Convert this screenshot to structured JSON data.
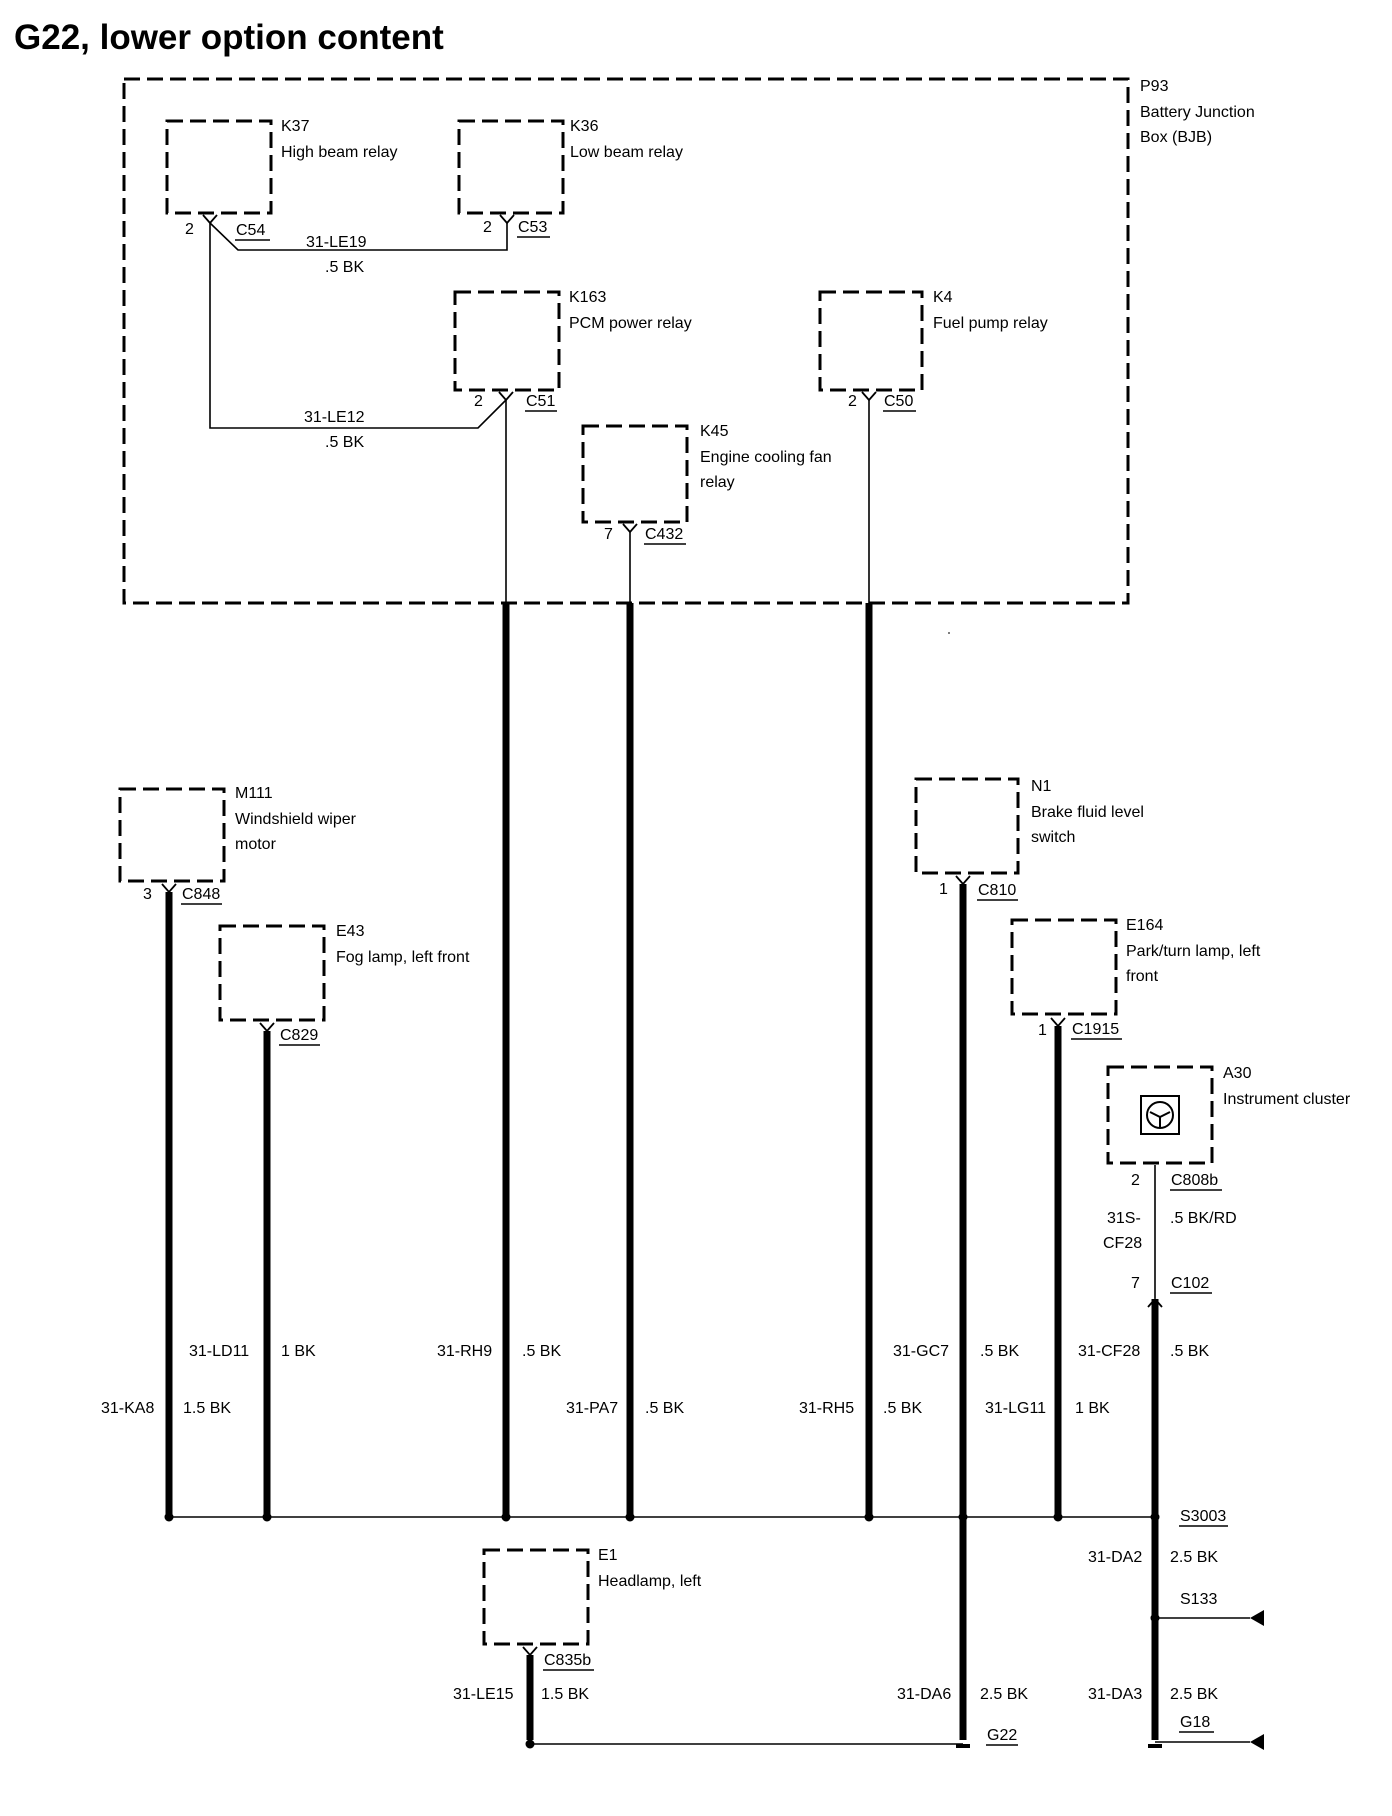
{
  "title": "G22, lower option content",
  "components": {
    "P93": {
      "id": "P93",
      "line1": "Battery Junction",
      "line2": "Box (BJB)"
    },
    "K37": {
      "id": "K37",
      "line1": "High beam relay",
      "pin": "2",
      "conn": "C54"
    },
    "K36": {
      "id": "K36",
      "line1": "Low beam relay",
      "pin": "2",
      "conn": "C53"
    },
    "K163": {
      "id": "K163",
      "line1": "PCM power relay",
      "pin": "2",
      "conn": "C51"
    },
    "K4": {
      "id": "K4",
      "line1": "Fuel pump relay",
      "pin": "2",
      "conn": "C50"
    },
    "K45": {
      "id": "K45",
      "line1": "Engine cooling fan",
      "line2": "relay",
      "pin": "7",
      "conn": "C432"
    },
    "M111": {
      "id": "M111",
      "line1": "Windshield wiper",
      "line2": "motor",
      "pin": "3",
      "conn": "C848"
    },
    "E43": {
      "id": "E43",
      "line1": "Fog lamp, left front",
      "conn": "C829"
    },
    "N1": {
      "id": "N1",
      "line1": "Brake fluid level",
      "line2": "switch",
      "pin": "1",
      "conn": "C810"
    },
    "E164": {
      "id": "E164",
      "line1": "Park/turn lamp, left",
      "line2": "front",
      "pin": "1",
      "conn": "C1915"
    },
    "A30": {
      "id": "A30",
      "line1": "Instrument cluster",
      "pin": "2",
      "conn": "C808b"
    },
    "E1": {
      "id": "E1",
      "line1": "Headlamp, left",
      "conn": "C835b"
    }
  },
  "wires": {
    "le19": {
      "circuit": "31-LE19",
      "gauge": ".5 BK"
    },
    "le12": {
      "circuit": "31-LE12",
      "gauge": ".5 BK"
    },
    "cf28_upper": {
      "circuit_a": "31S-",
      "circuit_b": "CF28",
      "gauge": ".5 BK/RD"
    },
    "ld11": {
      "circuit": "31-LD11",
      "gauge": "1 BK"
    },
    "rh9": {
      "circuit": "31-RH9",
      "gauge": ".5 BK"
    },
    "gc7": {
      "circuit": "31-GC7",
      "gauge": ".5 BK"
    },
    "cf28": {
      "circuit": "31-CF28",
      "gauge": ".5 BK"
    },
    "ka8": {
      "circuit": "31-KA8",
      "gauge": "1.5 BK"
    },
    "pa7": {
      "circuit": "31-PA7",
      "gauge": ".5 BK"
    },
    "rh5": {
      "circuit": "31-RH5",
      "gauge": ".5 BK"
    },
    "lg11": {
      "circuit": "31-LG11",
      "gauge": "1 BK"
    },
    "da2": {
      "circuit": "31-DA2",
      "gauge": "2.5 BK"
    },
    "le15": {
      "circuit": "31-LE15",
      "gauge": "1.5 BK"
    },
    "da6": {
      "circuit": "31-DA6",
      "gauge": "2.5 BK"
    },
    "da3": {
      "circuit": "31-DA3",
      "gauge": "2.5 BK"
    }
  },
  "connectors": {
    "c102_pin": "7",
    "c102": "C102",
    "s3003": "S3003",
    "s133": "S133",
    "g18": "G18",
    "g22": "G22"
  }
}
